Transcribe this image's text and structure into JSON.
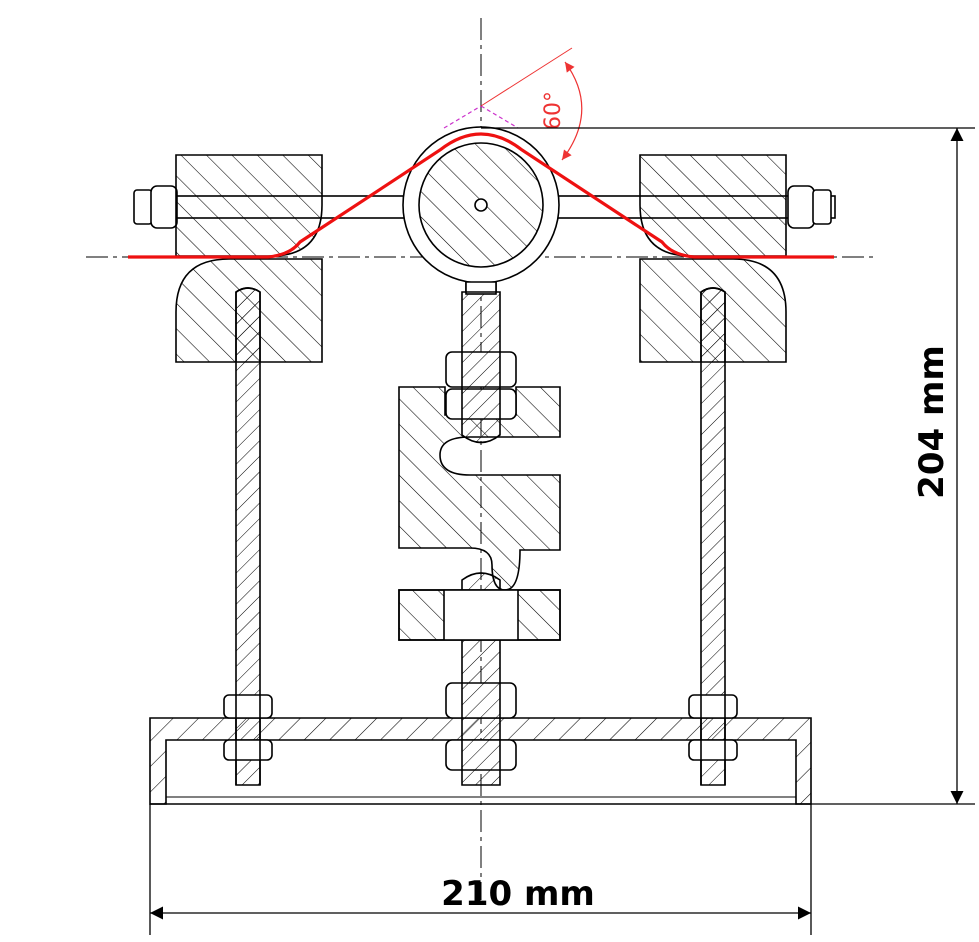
{
  "dimensions": {
    "width_label": "210 mm",
    "height_label": "204 mm",
    "angle_label": "60°"
  },
  "colors": {
    "outline": "#000000",
    "hatch": "#000000",
    "belt": "#ee1111",
    "angle_line": "#ee3333",
    "construction": "#cc33cc"
  }
}
